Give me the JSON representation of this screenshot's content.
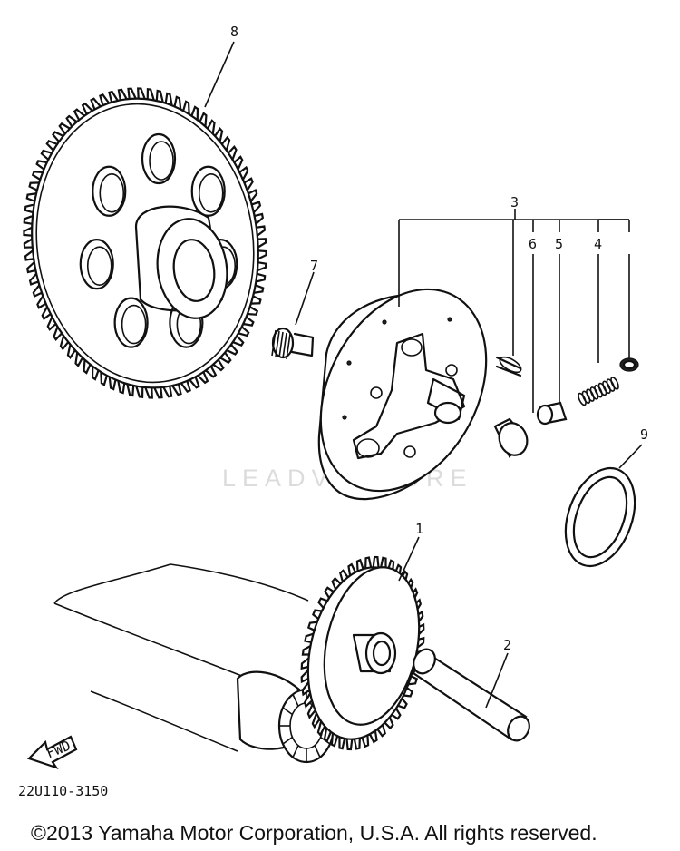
{
  "callouts": {
    "p1": "1",
    "p2": "2",
    "p3": "3",
    "p4": "4",
    "p5": "5",
    "p6": "6",
    "p7": "7",
    "p8": "8",
    "p9": "9"
  },
  "fwd_label": "FWD",
  "diagram_code": "22U110-3150",
  "copyright": "©2013 Yamaha Motor Corporation, U.S.A. All rights reserved.",
  "watermark": "LEADVENTURE"
}
